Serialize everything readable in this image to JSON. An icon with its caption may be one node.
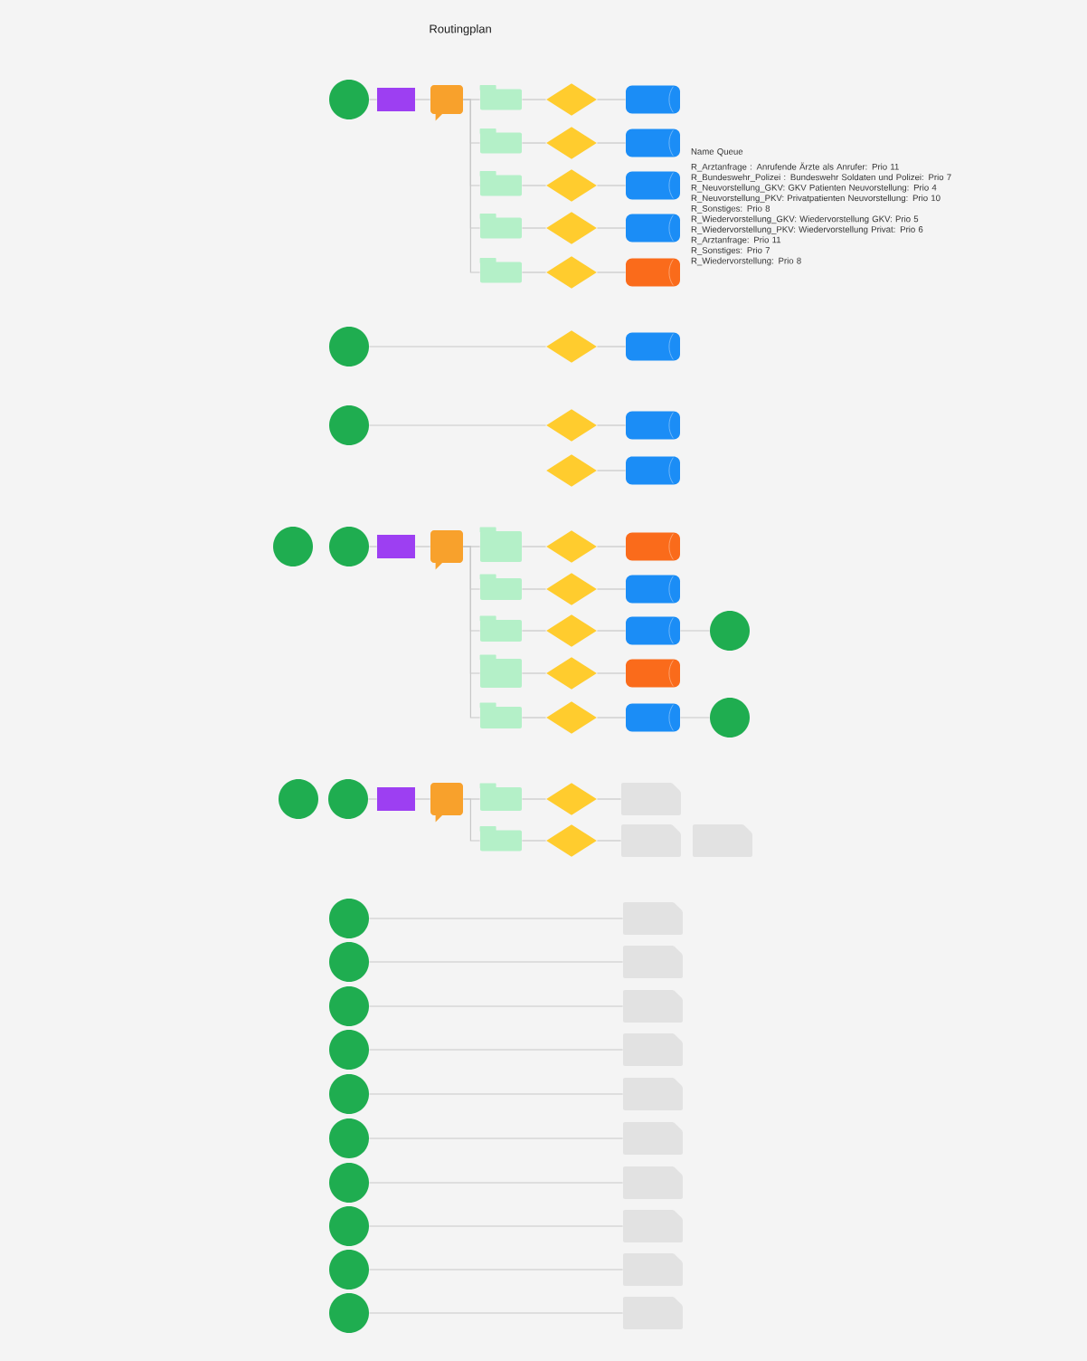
{
  "diagram": {
    "title": "Routingplan",
    "nodes": [
      {
        "text": [],
        "shape": "circle"
      },
      {
        "text": [],
        "shape": "box"
      },
      {
        "text": [],
        "shape": "callout"
      },
      {
        "text": [],
        "shape": "folder"
      },
      {
        "text": [],
        "shape": "diamond"
      },
      {
        "text": [],
        "shape": "cylinder"
      },
      {
        "text": [],
        "shape": "folder"
      },
      {
        "text": [],
        "shape": "diamond"
      },
      {
        "text": [],
        "shape": "cylinder"
      },
      {
        "text": [],
        "shape": "folder"
      },
      {
        "text": [],
        "shape": "diamond"
      },
      {
        "text": [],
        "shape": "cylinder"
      },
      {
        "text": [],
        "shape": "folder"
      },
      {
        "text": [],
        "shape": "diamond"
      },
      {
        "text": [],
        "shape": "cylinder"
      },
      {
        "text": [],
        "shape": "folder"
      },
      {
        "text": [],
        "shape": "diamond"
      },
      {
        "text": [],
        "shape": "cylinder"
      },
      {
        "text": [],
        "shape": "circle"
      },
      {
        "text": [],
        "shape": "diamond"
      },
      {
        "text": [],
        "shape": "cylinder"
      },
      {
        "text": [],
        "shape": "circle"
      },
      {
        "text": [],
        "shape": "diamond"
      },
      {
        "text": [],
        "shape": "cylinder"
      },
      {
        "text": [],
        "shape": "diamond"
      },
      {
        "text": [],
        "shape": "cylinder"
      },
      {
        "text": [],
        "shape": "circle"
      },
      {
        "text": [],
        "shape": "circle"
      },
      {
        "text": [],
        "shape": "box"
      },
      {
        "text": [],
        "shape": "callout"
      },
      {
        "text": [],
        "shape": "folder"
      },
      {
        "text": [],
        "shape": "diamond"
      },
      {
        "text": [],
        "shape": "cylinder"
      },
      {
        "text": [],
        "shape": "folder"
      },
      {
        "text": [],
        "shape": "diamond"
      },
      {
        "text": [],
        "shape": "cylinder"
      },
      {
        "text": [],
        "shape": "folder"
      },
      {
        "text": [],
        "shape": "diamond"
      },
      {
        "text": [],
        "shape": "cylinder"
      },
      {
        "text": [],
        "shape": "circle"
      },
      {
        "text": [],
        "shape": "folder"
      },
      {
        "text": [],
        "shape": "diamond"
      },
      {
        "text": [],
        "shape": "cylinder"
      },
      {
        "text": [],
        "shape": "folder"
      },
      {
        "text": [],
        "shape": "diamond"
      },
      {
        "text": [],
        "shape": "cylinder"
      },
      {
        "text": [],
        "shape": "circle"
      },
      {
        "text": [],
        "shape": "circle"
      },
      {
        "text": [],
        "shape": "circle"
      },
      {
        "text": [],
        "shape": "box"
      },
      {
        "text": [],
        "shape": "callout"
      },
      {
        "text": [],
        "shape": "folder"
      },
      {
        "text": [],
        "shape": "diamond"
      },
      {
        "text": [],
        "shape": "document"
      },
      {
        "text": [],
        "shape": "folder"
      },
      {
        "text": [],
        "shape": "diamond"
      },
      {
        "text": [],
        "shape": "document"
      },
      {
        "text": [],
        "shape": "document"
      },
      {
        "text": [],
        "shape": "circle"
      },
      {
        "text": [],
        "shape": "document"
      },
      {
        "text": [],
        "shape": "circle"
      },
      {
        "text": [],
        "shape": "document"
      },
      {
        "text": [],
        "shape": "circle"
      },
      {
        "text": [],
        "shape": "document"
      },
      {
        "text": [],
        "shape": "circle"
      },
      {
        "text": [],
        "shape": "document"
      },
      {
        "text": [],
        "shape": "circle"
      },
      {
        "text": [],
        "shape": "document"
      },
      {
        "text": [],
        "shape": "circle"
      },
      {
        "text": [],
        "shape": "document"
      },
      {
        "text": [],
        "shape": "circle"
      },
      {
        "text": [],
        "shape": "document"
      },
      {
        "text": [],
        "shape": "circle"
      },
      {
        "text": [],
        "shape": "document"
      },
      {
        "text": [],
        "shape": "circle"
      },
      {
        "text": [],
        "shape": "document"
      },
      {
        "text": [],
        "shape": "circle"
      },
      {
        "text": [],
        "shape": "document"
      }
    ],
    "edges": [
      {
        "from": 0,
        "to": 1,
        "arrow": "none"
      },
      {
        "from": 1,
        "to": 2,
        "arrow": "none"
      },
      {
        "from": 2,
        "to": 3,
        "arrow": "none"
      },
      {
        "from": 2,
        "to": 6,
        "arrow": "none"
      },
      {
        "from": 2,
        "to": 9,
        "arrow": "none"
      },
      {
        "from": 2,
        "to": 12,
        "arrow": "none"
      },
      {
        "from": 2,
        "to": 15,
        "arrow": "none"
      },
      {
        "from": 3,
        "to": 4,
        "arrow": "none"
      },
      {
        "from": 4,
        "to": 5,
        "arrow": "none"
      },
      {
        "from": 6,
        "to": 7,
        "arrow": "none"
      },
      {
        "from": 7,
        "to": 8,
        "arrow": "none"
      },
      {
        "from": 9,
        "to": 10,
        "arrow": "none"
      },
      {
        "from": 10,
        "to": 11,
        "arrow": "none"
      },
      {
        "from": 12,
        "to": 13,
        "arrow": "none"
      },
      {
        "from": 13,
        "to": 14,
        "arrow": "none"
      },
      {
        "from": 15,
        "to": 16,
        "arrow": "none"
      },
      {
        "from": 16,
        "to": 17,
        "arrow": "none"
      },
      {
        "from": 18,
        "to": 19,
        "arrow": "none"
      },
      {
        "from": 19,
        "to": 20,
        "arrow": "none"
      },
      {
        "from": 21,
        "to": 22,
        "arrow": "none"
      },
      {
        "from": 22,
        "to": 23,
        "arrow": "none"
      },
      {
        "from": 24,
        "to": 25,
        "arrow": "none"
      },
      {
        "from": 27,
        "to": 28,
        "arrow": "none"
      },
      {
        "from": 28,
        "to": 29,
        "arrow": "none"
      },
      {
        "from": 29,
        "to": 30,
        "arrow": "none"
      },
      {
        "from": 29,
        "to": 33,
        "arrow": "none"
      },
      {
        "from": 29,
        "to": 36,
        "arrow": "none"
      },
      {
        "from": 29,
        "to": 40,
        "arrow": "none"
      },
      {
        "from": 29,
        "to": 43,
        "arrow": "none"
      },
      {
        "from": 30,
        "to": 31,
        "arrow": "none"
      },
      {
        "from": 31,
        "to": 32,
        "arrow": "none"
      },
      {
        "from": 33,
        "to": 34,
        "arrow": "none"
      },
      {
        "from": 34,
        "to": 35,
        "arrow": "none"
      },
      {
        "from": 36,
        "to": 37,
        "arrow": "none"
      },
      {
        "from": 37,
        "to": 38,
        "arrow": "none"
      },
      {
        "from": 38,
        "to": 39,
        "arrow": "none"
      },
      {
        "from": 40,
        "to": 41,
        "arrow": "none"
      },
      {
        "from": 41,
        "to": 42,
        "arrow": "none"
      },
      {
        "from": 43,
        "to": 44,
        "arrow": "none"
      },
      {
        "from": 44,
        "to": 45,
        "arrow": "none"
      },
      {
        "from": 45,
        "to": 46,
        "arrow": "none"
      },
      {
        "from": 48,
        "to": 49,
        "arrow": "none"
      },
      {
        "from": 49,
        "to": 50,
        "arrow": "none"
      },
      {
        "from": 50,
        "to": 51,
        "arrow": "none"
      },
      {
        "from": 50,
        "to": 54,
        "arrow": "none"
      },
      {
        "from": 51,
        "to": 52,
        "arrow": "none"
      },
      {
        "from": 52,
        "to": 53,
        "arrow": "none"
      },
      {
        "from": 54,
        "to": 55,
        "arrow": "none"
      },
      {
        "from": 55,
        "to": 56,
        "arrow": "none"
      },
      {
        "from": 58,
        "to": 59,
        "arrow": "none"
      },
      {
        "from": 60,
        "to": 61,
        "arrow": "none"
      },
      {
        "from": 62,
        "to": 63,
        "arrow": "none"
      },
      {
        "from": 64,
        "to": 65,
        "arrow": "none"
      },
      {
        "from": 66,
        "to": 67,
        "arrow": "none"
      },
      {
        "from": 68,
        "to": 69,
        "arrow": "none"
      },
      {
        "from": 70,
        "to": 71,
        "arrow": "none"
      },
      {
        "from": 72,
        "to": 73,
        "arrow": "none"
      },
      {
        "from": 74,
        "to": 75,
        "arrow": "none"
      },
      {
        "from": 76,
        "to": 77,
        "arrow": "none"
      }
    ],
    "labels": [
      "Name Queue",
      "R_Arztanfrage : Anrufende Ärzte als Anrufer: Prio 11",
      "R_Bundeswehr_Polizei : Bundeswehr Soldaten und Polizei: Prio 7",
      "R_Neuvorstellung_GKV: GKV Patienten Neuvorstellung: Prio 4",
      "R_Neuvorstellung_PKV: Privatpatienten Neuvorstellung: Prio 10",
      "R_Sonstiges: Prio 8",
      "R_Wiedervorstellung_GKV: Wiedervorstellung GKV: Prio 5",
      "R_Wiedervorstellung_PKV: Wiedervorstellung Privat: Prio 6",
      "R_Arztanfrage: Prio 11",
      "R_Sonstiges: Prio 7",
      "R_Wiedervorstellung: Prio 8"
    ]
  }
}
